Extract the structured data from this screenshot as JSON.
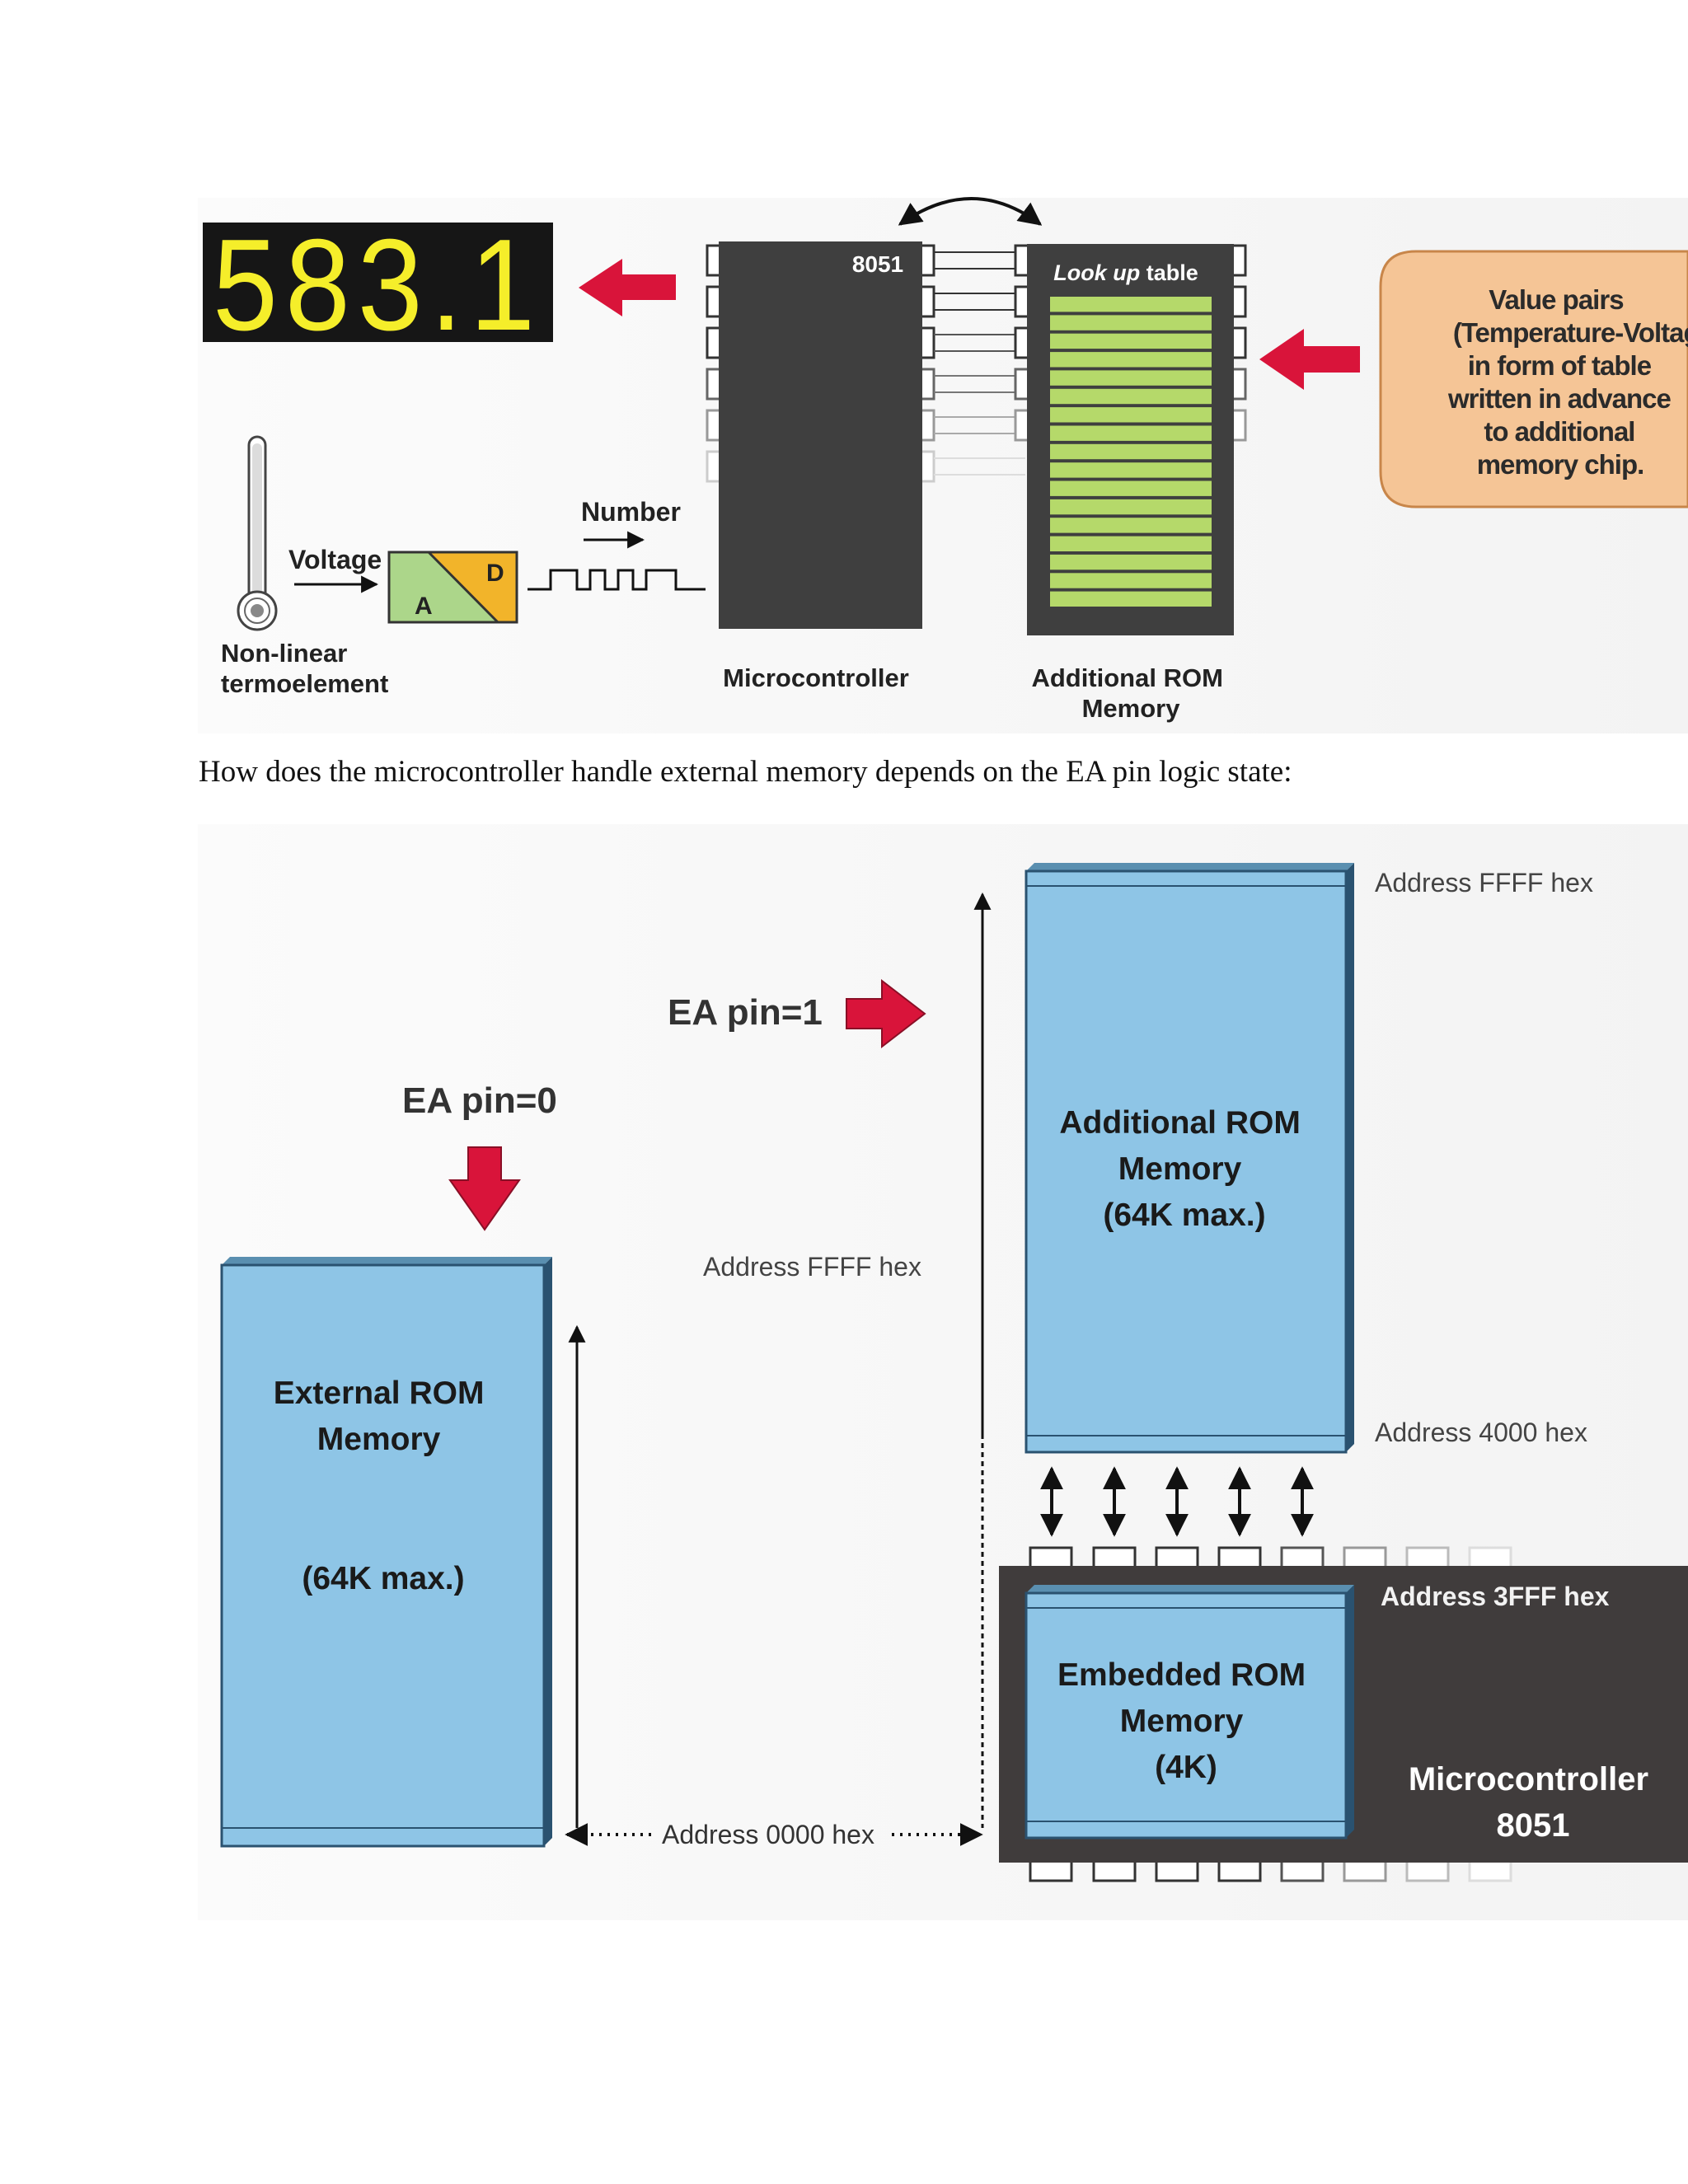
{
  "figure1": {
    "display_value": "583.1",
    "chip_label": "8051",
    "lookup_label_italic": "Look up",
    "lookup_label_rest": "table",
    "value_pairs_note": [
      "Value pairs",
      "(Temperature-Voltage)",
      "in form of table",
      "written in advance",
      "to additional",
      "memory chip."
    ],
    "number_label": "Number",
    "voltage_label": "Voltage",
    "adc_a": "A",
    "adc_d": "D",
    "thermo_label": [
      "Non-linear",
      "termoelement"
    ],
    "micro_label": "Microcontroller",
    "rom_label": [
      "Additional ROM",
      "Memory"
    ]
  },
  "caption": "How does the microcontroller handle external memory depends on the EA pin logic state:",
  "figure2": {
    "ea0_label": "EA pin=0",
    "ea1_label": "EA pin=1",
    "external_rom": [
      "External ROM",
      "Memory",
      "(64K max.)"
    ],
    "additional_rom": [
      "Additional ROM",
      "Memory",
      "(64K max.)"
    ],
    "embedded_rom": [
      "Embedded ROM",
      "Memory",
      "(4K)"
    ],
    "micro_label": [
      "Microcontroller",
      "8051"
    ],
    "addr_ffff_left": "Address FFFF hex",
    "addr_ffff_right": "Address FFFF hex",
    "addr_4000": "Address 4000 hex",
    "addr_3fff": "Address 3FFF hex",
    "addr_0000": "Address 0000 hex"
  },
  "colors": {
    "display_bg": "#161616",
    "display_digit": "#f5ee2a",
    "chip": "#3f3f3f",
    "rom_green": "#b5d96a",
    "rom_blue": "#8ec5e6",
    "note_fill": "#f5c596",
    "arrow_red": "#d9143a",
    "adc_green": "#acd68a",
    "adc_orange": "#f2b42a"
  }
}
